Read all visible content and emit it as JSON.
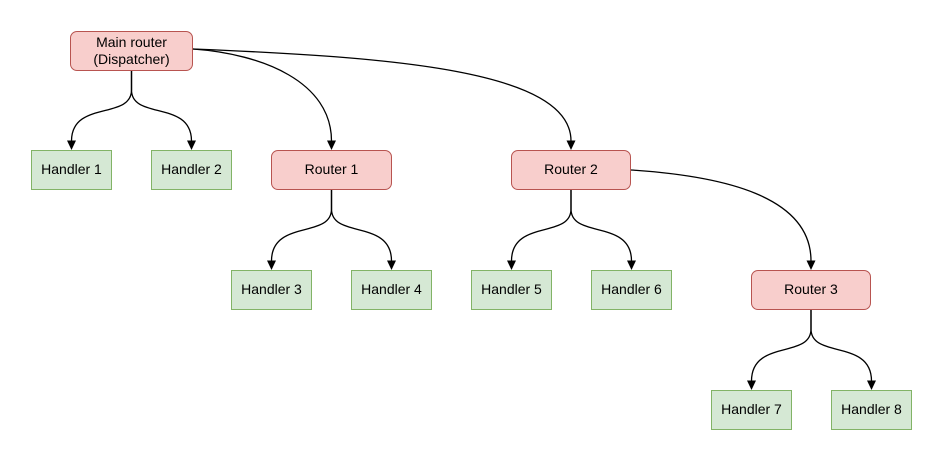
{
  "diagram": {
    "kind": "router-dispatch-tree",
    "background": "#ffffff",
    "colors": {
      "router_fill": "#f8cecc",
      "router_stroke": "#b85450",
      "handler_fill": "#d5e8d4",
      "handler_stroke": "#82b366",
      "connector": "#000000",
      "text": "#000000"
    },
    "nodes": {
      "main": {
        "label": "Main router\n(Dispatcher)",
        "type": "router"
      },
      "handler1": {
        "label": "Handler 1",
        "type": "handler"
      },
      "handler2": {
        "label": "Handler 2",
        "type": "handler"
      },
      "router1": {
        "label": "Router 1",
        "type": "router"
      },
      "router2": {
        "label": "Router 2",
        "type": "router"
      },
      "handler3": {
        "label": "Handler 3",
        "type": "handler"
      },
      "handler4": {
        "label": "Handler 4",
        "type": "handler"
      },
      "handler5": {
        "label": "Handler 5",
        "type": "handler"
      },
      "handler6": {
        "label": "Handler 6",
        "type": "handler"
      },
      "router3": {
        "label": "Router 3",
        "type": "router"
      },
      "handler7": {
        "label": "Handler 7",
        "type": "handler"
      },
      "handler8": {
        "label": "Handler 8",
        "type": "handler"
      }
    },
    "edges": [
      {
        "from": "main",
        "to": "handler1"
      },
      {
        "from": "main",
        "to": "handler2"
      },
      {
        "from": "main",
        "to": "router1"
      },
      {
        "from": "main",
        "to": "router2"
      },
      {
        "from": "router1",
        "to": "handler3"
      },
      {
        "from": "router1",
        "to": "handler4"
      },
      {
        "from": "router2",
        "to": "handler5"
      },
      {
        "from": "router2",
        "to": "handler6"
      },
      {
        "from": "router2",
        "to": "router3"
      },
      {
        "from": "router3",
        "to": "handler7"
      },
      {
        "from": "router3",
        "to": "handler8"
      }
    ]
  }
}
